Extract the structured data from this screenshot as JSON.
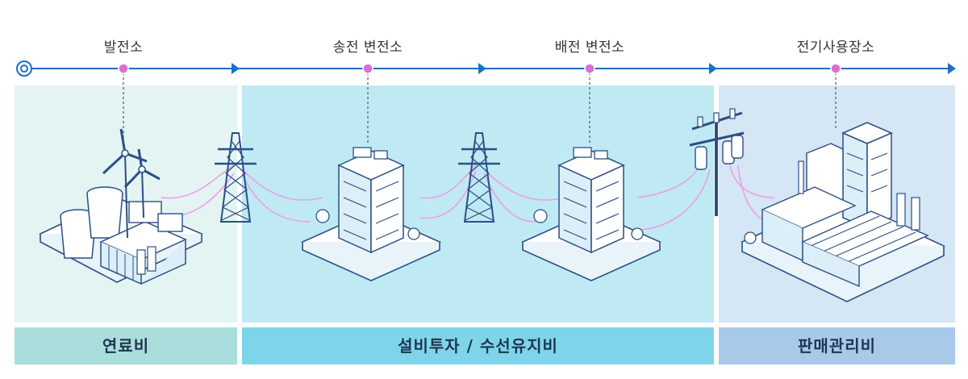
{
  "stages": [
    {
      "label": "발전소"
    },
    {
      "label": "송전 변전소"
    },
    {
      "label": "배전 변전소"
    },
    {
      "label": "전기사용장소"
    }
  ],
  "categories": [
    {
      "label": "연료비"
    },
    {
      "label": "설비투자 / 수선유지비"
    },
    {
      "label": "판매관리비"
    }
  ],
  "colors": {
    "axis": "#1c6fc4",
    "marker": "#e06ad6",
    "panel_left": "#e3f4f3",
    "panel_mid": "#bfeaf3",
    "panel_right": "#d5e6f4",
    "bar_left": "#a9dedd",
    "bar_mid": "#7ed5ea",
    "bar_right": "#a9c9eb",
    "wire": "#ee9de8",
    "line_art": "#2a4f86"
  }
}
